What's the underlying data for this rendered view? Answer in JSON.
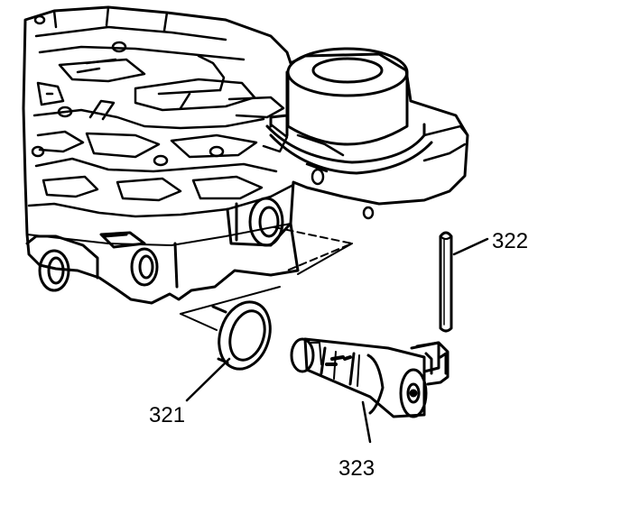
{
  "diagram": {
    "callouts": {
      "c321": "321",
      "c322": "322",
      "c323": "323"
    },
    "parts": {
      "valve_body": "valve-body-housing",
      "seal": "o-ring-seal",
      "pin": "retaining-pin",
      "solenoid": "solenoid-valve"
    },
    "colors": {
      "ink": "#000000",
      "paper": "#ffffff"
    }
  }
}
